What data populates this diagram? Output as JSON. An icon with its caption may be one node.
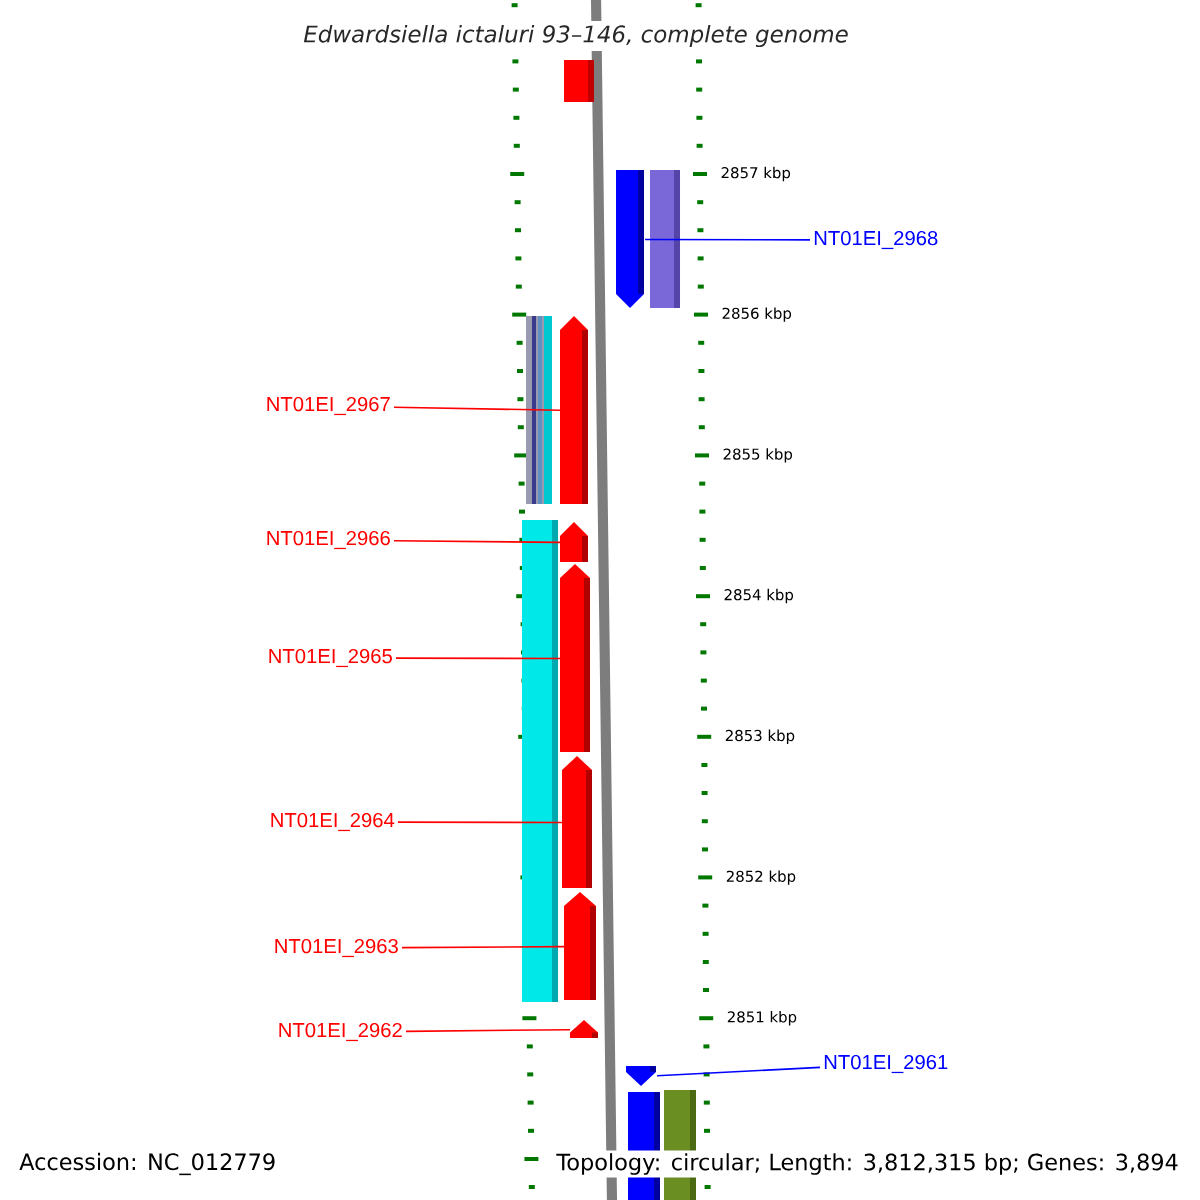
{
  "diagram": {
    "title": "Edwardsiella ictaluri 93–146, complete genome",
    "nodes": [
      {
        "text": [
          "NT01EI_2968"
        ]
      },
      {
        "text": [],
        "shape": "pentagon"
      },
      {
        "text": [
          "NT01EI_2967"
        ]
      },
      {
        "text": [],
        "shape": "pentagon"
      },
      {
        "text": [
          "NT01EI_2966"
        ]
      },
      {
        "text": [],
        "shape": "pentagon"
      },
      {
        "text": [
          "NT01EI_2965"
        ]
      },
      {
        "text": [],
        "shape": "pentagon"
      },
      {
        "text": [
          "NT01EI_2964"
        ]
      },
      {
        "text": [],
        "shape": "pentagon"
      },
      {
        "text": [
          "NT01EI_2963"
        ]
      },
      {
        "text": [],
        "shape": "pentagon"
      },
      {
        "text": [
          "NT01EI_2962"
        ]
      },
      {
        "text": [],
        "shape": "pentagon"
      },
      {
        "text": [
          "NT01EI_2961"
        ]
      },
      {
        "text": [],
        "shape": "pentagon"
      }
    ],
    "edges": [
      {
        "from": 0,
        "to": 1,
        "arrow": "none",
        "color": "#0000ff"
      },
      {
        "from": 2,
        "to": 3,
        "arrow": "none"
      },
      {
        "from": 4,
        "to": 5,
        "arrow": "none"
      },
      {
        "from": 6,
        "to": 7,
        "arrow": "none"
      },
      {
        "from": 8,
        "to": 9,
        "arrow": "none"
      },
      {
        "from": 10,
        "to": 11,
        "arrow": "none"
      },
      {
        "from": 12,
        "to": 13,
        "arrow": "none"
      },
      {
        "from": 14,
        "to": 15,
        "arrow": "none",
        "color": "#0000ff"
      }
    ],
    "labels": [
      "2857 kbp",
      "2856 kbp",
      "2855 kbp",
      "2854 kbp",
      "2853 kbp",
      "2852 kbp",
      "2851 kbp",
      "Accession: NC_012779",
      "Topology: circular; Length: 3,812,315 bp; Genes: 3,894"
    ]
  }
}
